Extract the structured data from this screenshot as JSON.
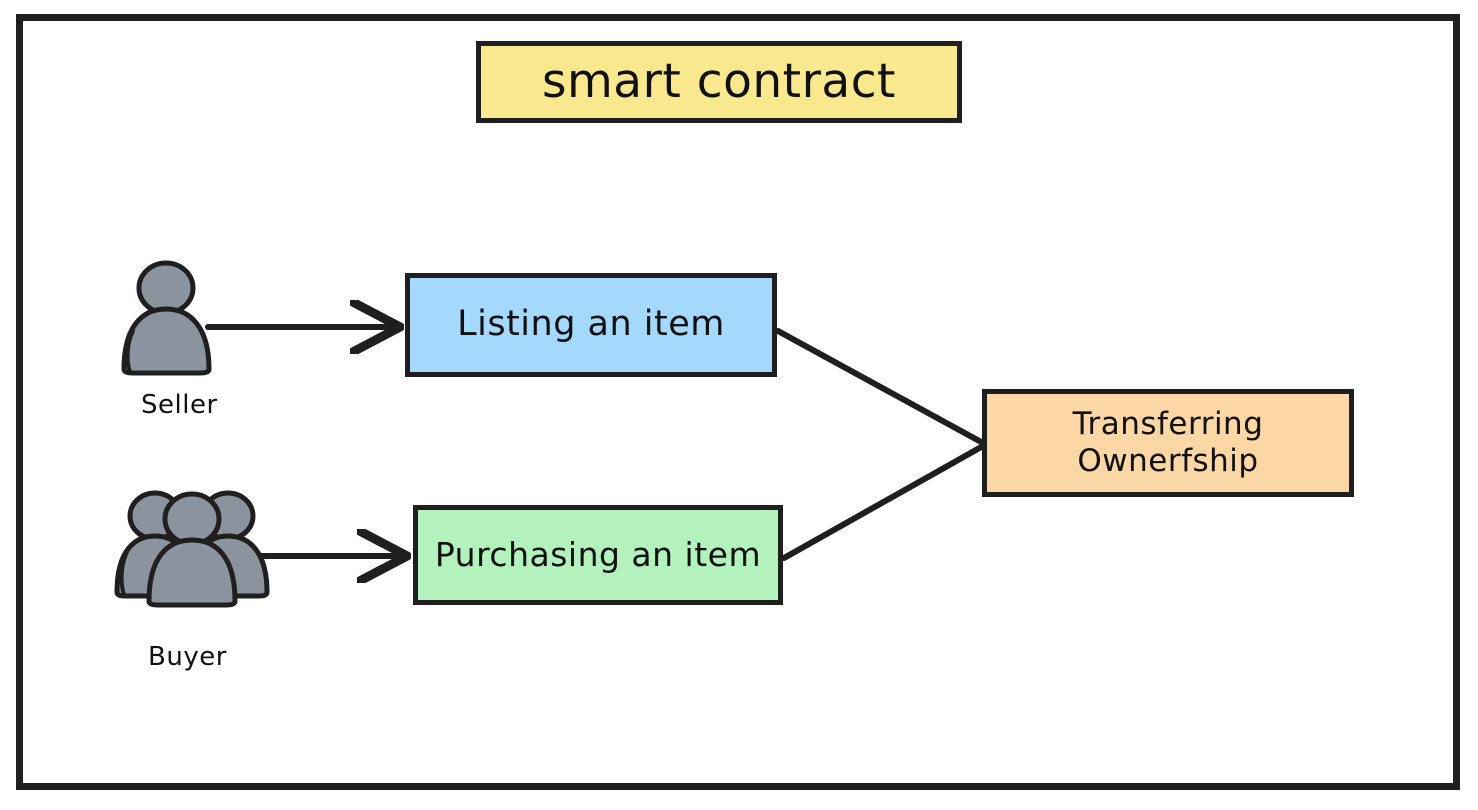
{
  "diagram": {
    "title": "smart contract",
    "frame": {
      "border_color": "#1f1f1f"
    },
    "nodes": [
      {
        "id": "title",
        "label": "smart contract",
        "fill": "#fae88f",
        "stroke": "#1f1f1f",
        "role": "diagram-title-box"
      },
      {
        "id": "listing",
        "label": "Listing an item",
        "fill": "#a5d8fd",
        "stroke": "#1f1f1f",
        "role": "process-box"
      },
      {
        "id": "purchasing",
        "label": "Purchasing an item",
        "fill": "#b3f2bd",
        "stroke": "#1f1f1f",
        "role": "process-box"
      },
      {
        "id": "transfer",
        "label": "Transferring\nOwnerfship",
        "fill": "#fbd7a5",
        "stroke": "#1f1f1f",
        "role": "process-box"
      }
    ],
    "actors": [
      {
        "id": "seller",
        "label": "Seller",
        "icon": "single-person-icon",
        "figure_count": 1,
        "fill": "#8b949e",
        "stroke": "#1f1f1f"
      },
      {
        "id": "buyer",
        "label": "Buyer",
        "icon": "group-of-people-icon",
        "figure_count": 3,
        "fill": "#8b949e",
        "stroke": "#1f1f1f"
      }
    ],
    "connectors": [
      {
        "id": "seller-to-listing",
        "from": "seller",
        "to": "listing",
        "style": "arrow",
        "stroke": "#1f1f1f"
      },
      {
        "id": "buyer-to-purchasing",
        "from": "buyer",
        "to": "purchasing",
        "style": "arrow",
        "stroke": "#1f1f1f"
      },
      {
        "id": "listing-to-transfer",
        "from": "listing",
        "to": "transfer",
        "style": "line",
        "stroke": "#1f1f1f"
      },
      {
        "id": "purchasing-to-transfer",
        "from": "purchasing",
        "to": "transfer",
        "style": "line",
        "stroke": "#1f1f1f"
      }
    ]
  }
}
